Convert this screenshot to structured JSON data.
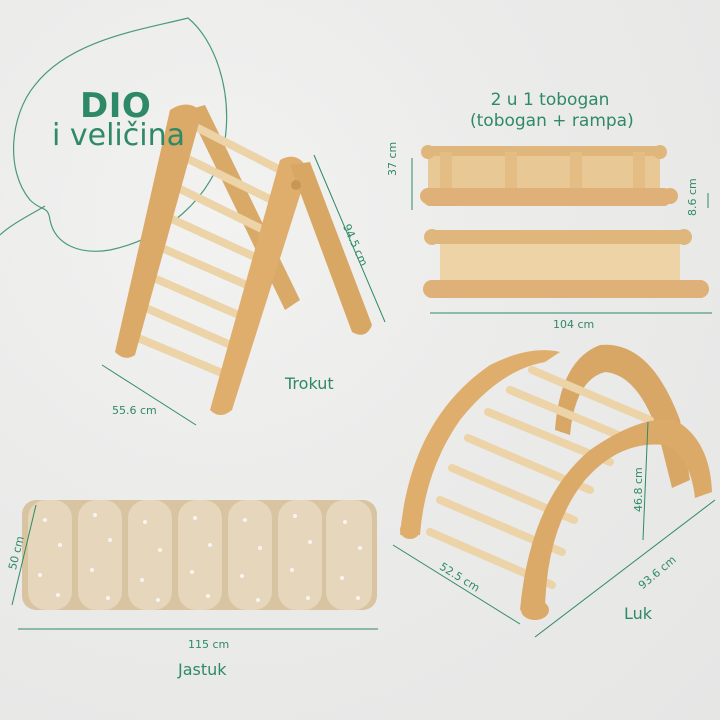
{
  "header": {
    "title_line1": "DIO",
    "title_line2": "i veličina"
  },
  "colors": {
    "accent": "#2e8a66",
    "background": "#ebebea",
    "wood": "#e0b77f",
    "cushion": "#d9c4a2"
  },
  "products": {
    "slide": {
      "title_line1": "2 u 1 tobogan",
      "title_line2": "(tobogan + rampa)",
      "width_label": "37 cm",
      "height_label": "8.6 cm",
      "length_label": "104 cm"
    },
    "triangle": {
      "name": "Trokut",
      "length_label": "94.5 cm",
      "width_label": "55.6 cm"
    },
    "arch": {
      "name": "Luk",
      "height_label": "46.8 cm",
      "length_label": "93.6 cm",
      "width_label": "52.5 cm"
    },
    "cushion": {
      "name": "Jastuk",
      "width_label": "50 cm",
      "length_label": "115 cm"
    }
  }
}
